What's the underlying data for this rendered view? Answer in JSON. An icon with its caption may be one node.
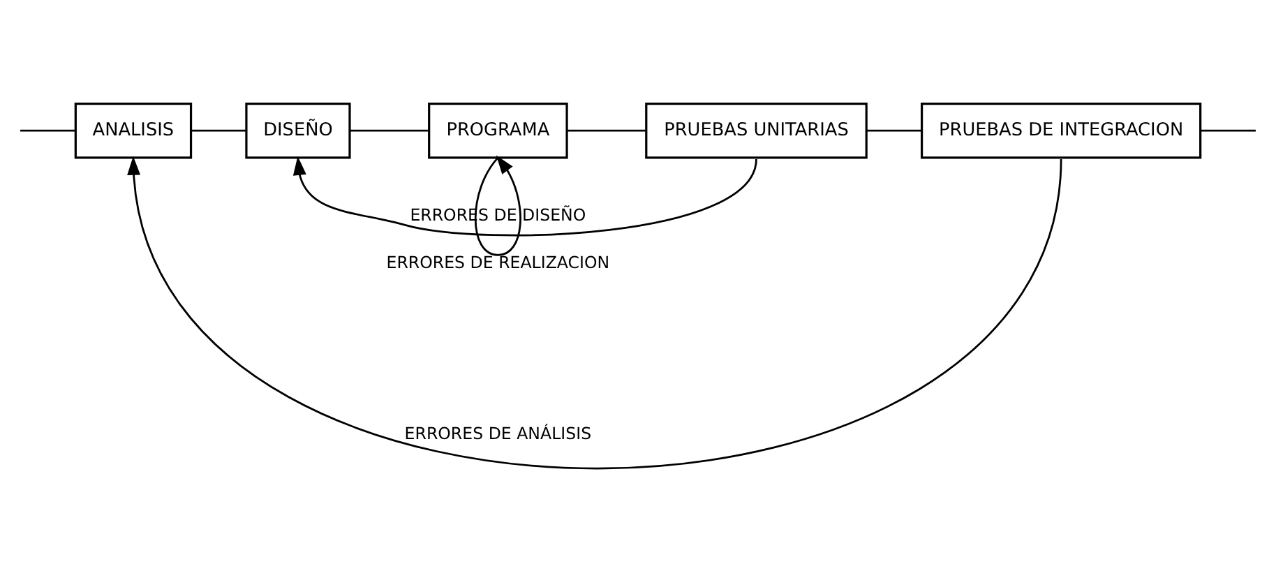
{
  "diagram": {
    "nodes": [
      {
        "text": [
          "ANALISIS"
        ]
      },
      {
        "text": [
          "DISEÑO"
        ]
      },
      {
        "text": [
          "PROGRAMA"
        ]
      },
      {
        "text": [
          "PRUEBAS UNITARIAS"
        ]
      },
      {
        "text": [
          "PRUEBAS DE INTEGRACION"
        ]
      }
    ],
    "edges": [
      {
        "from": null,
        "to": 0,
        "arrow": "none"
      },
      {
        "from": 0,
        "to": 1,
        "arrow": "none"
      },
      {
        "from": 1,
        "to": 2,
        "arrow": "none"
      },
      {
        "from": 2,
        "to": 3,
        "arrow": "none"
      },
      {
        "from": 3,
        "to": 4,
        "arrow": "none"
      },
      {
        "from": 4,
        "to": null,
        "arrow": "none"
      },
      {
        "from": 2,
        "to": 2,
        "arrow": "to",
        "label": "ERRORES DE REALIZACION"
      },
      {
        "from": 3,
        "to": 1,
        "arrow": "to",
        "label": "ERRORES DE DISEÑO"
      },
      {
        "from": 4,
        "to": 0,
        "arrow": "to",
        "label": "ERRORES DE ANÁLISIS"
      }
    ]
  }
}
